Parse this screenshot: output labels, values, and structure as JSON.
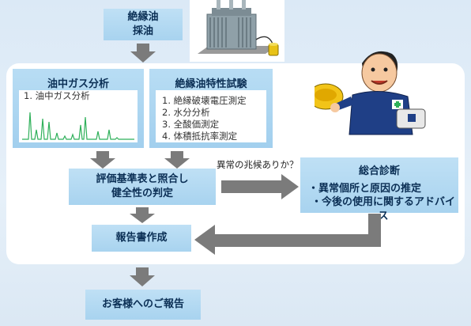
{
  "start": {
    "line1": "絶縁油",
    "line2": "採油"
  },
  "gas_analysis": {
    "title": "油中ガス分析",
    "item": "1. 油中ガス分析"
  },
  "oil_test": {
    "title": "絶縁油特性試験",
    "items": [
      "1. 絶縁破壊電圧測定",
      "2. 水分分析",
      "3. 全酸価測定",
      "4. 体積抵抗率測定"
    ]
  },
  "evaluation": {
    "line1": "評価基準表と照合し",
    "line2": "健全性の判定"
  },
  "question": "異常の兆候ありか？",
  "diagnosis": {
    "title": "総合診断",
    "items": [
      "・異常個所と原因の推定",
      "・今後の使用に関するアドバイス"
    ]
  },
  "report": "報告書作成",
  "customer": "お客様へのご報告",
  "colors": {
    "box": "#a8d3ef",
    "arrow": "#7b7b7b",
    "chart_line": "#2fb05a",
    "panel_bg": "#ffffff"
  }
}
